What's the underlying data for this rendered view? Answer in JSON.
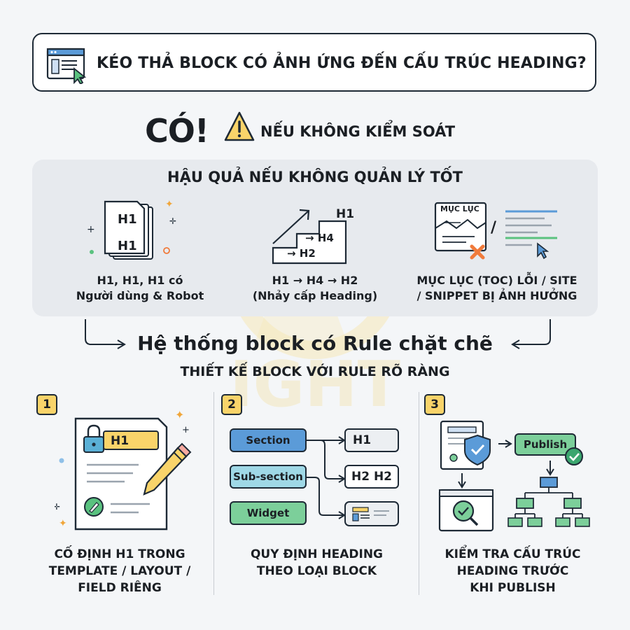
{
  "header": {
    "question": "KÉO THẢ BLOCK CÓ ẢNH ỨNG ĐẾN CẤU TRÚC HEADING?"
  },
  "answer": {
    "yes": "CÓ!",
    "warning": "NẾU KHÔNG KIỂM SOÁT"
  },
  "consequences": {
    "title": "HẬU QUẢ NẾU KHÔNG QUẢN LÝ TỐT",
    "items": [
      {
        "icon_labels": [
          "H1",
          "H1"
        ],
        "lines": [
          "H1, H1, H1 có",
          "Người dùng & Robot"
        ]
      },
      {
        "icon_labels": [
          "H1",
          "→ H4",
          "→ H2"
        ],
        "lines": [
          "H1 → H4 → H2",
          "(Nhảy cấp Heading)"
        ]
      },
      {
        "icon_label": "MỤC LỤC",
        "separator": "/",
        "lines": [
          "MỤC LỤC (TOC) LỖI / SITE",
          "/ SNIPPET BỊ ẢNH HƯỞNG"
        ]
      }
    ]
  },
  "system": {
    "title": "Hệ thống block có Rule chặt chẽ",
    "subtitle": "THIẾT KẾ BLOCK VỚI RULE RÕ RÀNG"
  },
  "steps": [
    {
      "num": "1",
      "badge": "H1",
      "lines": [
        "CỐ ĐỊNH H1 TRONG",
        "TEMPLATE / LAYOUT /",
        "FIELD RIÊNG"
      ]
    },
    {
      "num": "2",
      "blocks": [
        "Section",
        "Sub-section",
        "Widget"
      ],
      "headings": [
        "H1",
        "H2 H2"
      ],
      "lines": [
        "QUY ĐỊNH HEADING",
        "THEO LOẠI BLOCK"
      ]
    },
    {
      "num": "3",
      "publish": "Publish",
      "lines": [
        "KIỂM TRA CẤU TRÚC",
        "HEADING TRƯỚC",
        "KHI PUBLISH"
      ]
    }
  ],
  "colors": {
    "yellow": "#f9d46a",
    "blue": "#5b9bd8",
    "green": "#7ccf9a",
    "teal": "#3aa6a0",
    "dark": "#1e2a36",
    "orange": "#f07a3a"
  }
}
